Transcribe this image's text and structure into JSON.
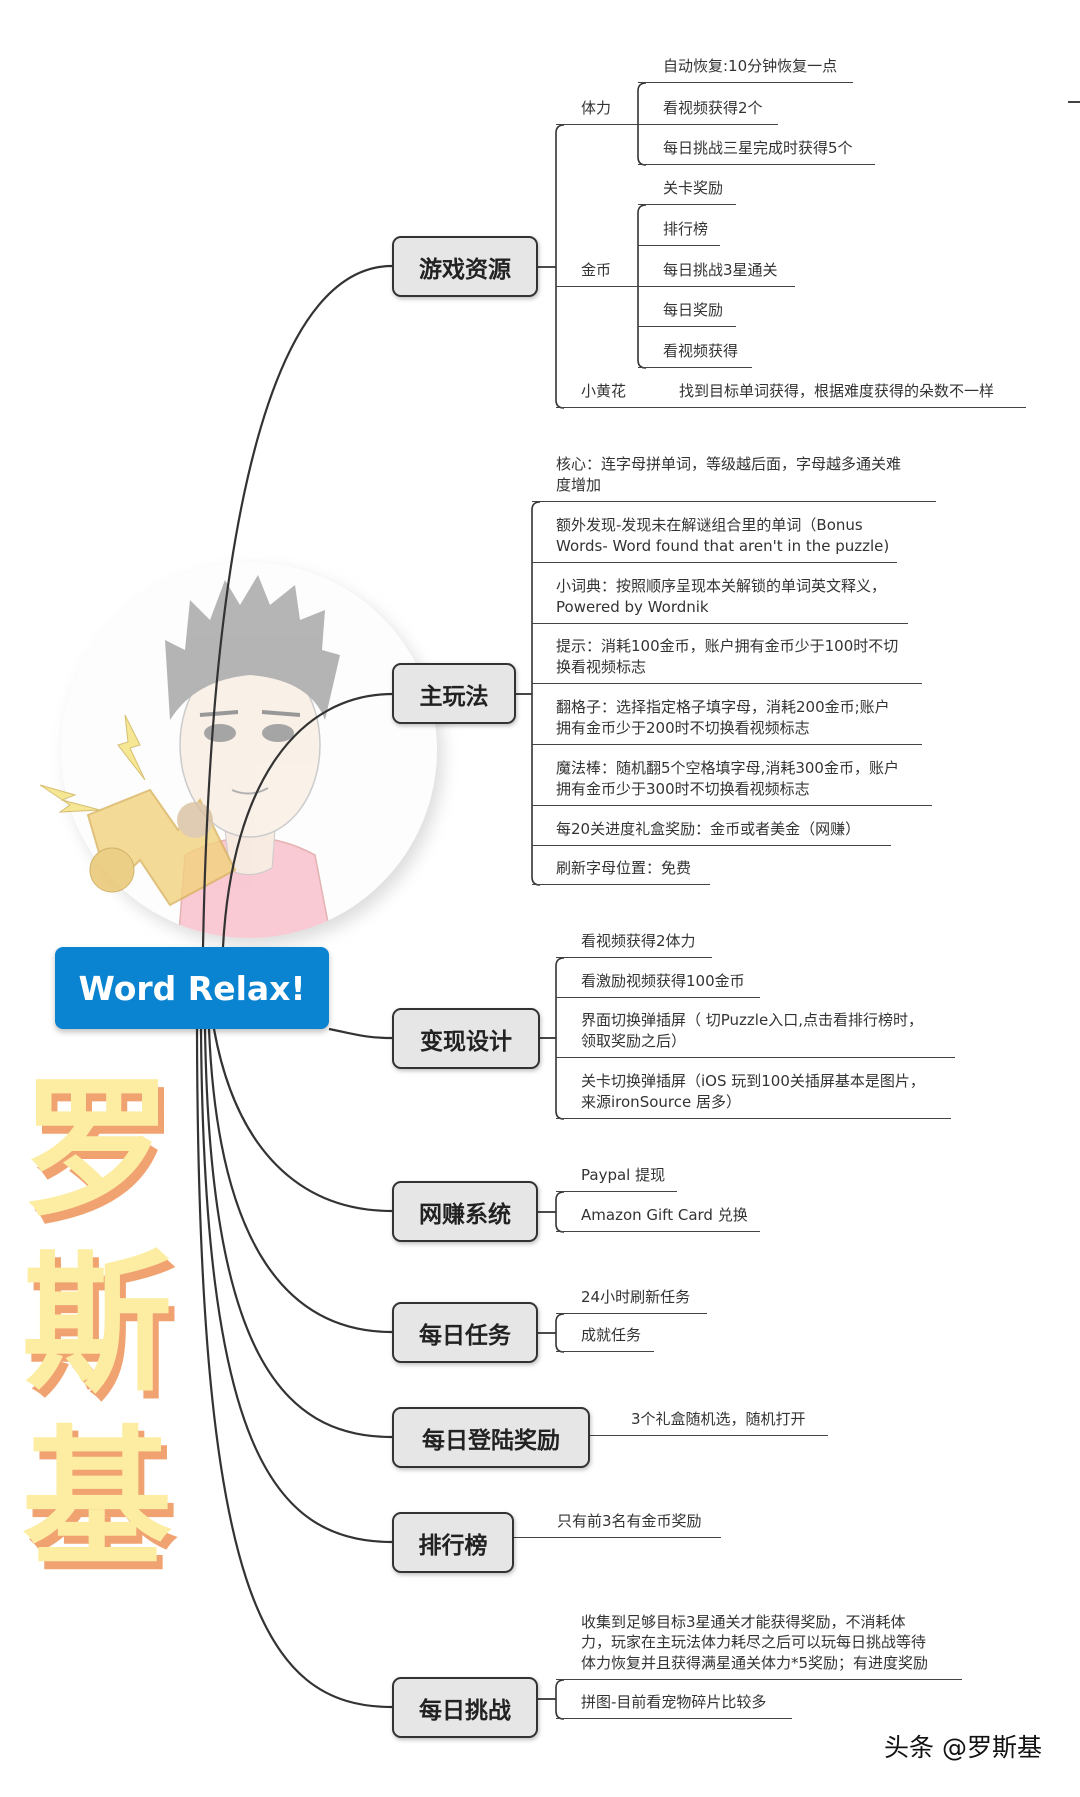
{
  "root": {
    "title": "Word Relax!"
  },
  "branches": [
    {
      "label": "游戏资源",
      "children": [
        {
          "label": "体力",
          "children": [
            {
              "label": "自动恢复:10分钟恢复一点"
            },
            {
              "label": "看视频获得2个"
            },
            {
              "label": "每日挑战三星完成时获得5个"
            }
          ]
        },
        {
          "label": "金币",
          "children": [
            {
              "label": "关卡奖励"
            },
            {
              "label": "排行榜"
            },
            {
              "label": "每日挑战3星通关"
            },
            {
              "label": "每日奖励"
            },
            {
              "label": "看视频获得"
            }
          ]
        },
        {
          "label": "小黄花",
          "children": [
            {
              "label": "找到目标单词获得，根据难度获得的朵数不一样"
            }
          ]
        }
      ]
    },
    {
      "label": "主玩法",
      "children": [
        {
          "lines": [
            "核心：连字母拼单词，等级越后面，字母越多通关难",
            "度增加"
          ]
        },
        {
          "lines": [
            "额外发现-发现未在解谜组合里的单词（Bonus",
            "Words- Word found that aren't in the puzzle)"
          ]
        },
        {
          "lines": [
            "小词典：按照顺序呈现本关解锁的单词英文释义，",
            "Powered by Wordnik"
          ]
        },
        {
          "lines": [
            "提示：消耗100金币，账户拥有金币少于100时不切",
            "换看视频标志"
          ]
        },
        {
          "lines": [
            "翻格子：选择指定格子填字母，消耗200金币;账户",
            "拥有金币少于200时不切换看视频标志"
          ]
        },
        {
          "lines": [
            "魔法棒：随机翻5个空格填字母,消耗300金币，账户",
            "拥有金币少于300时不切换看视频标志"
          ]
        },
        {
          "lines": [
            "每20关进度礼盒奖励：金币或者美金（网赚）"
          ]
        },
        {
          "lines": [
            "刷新字母位置：免费"
          ]
        }
      ]
    },
    {
      "label": "变现设计",
      "children": [
        {
          "lines": [
            "看视频获得2体力"
          ]
        },
        {
          "lines": [
            "看激励视频获得100金币"
          ]
        },
        {
          "lines": [
            "界面切换弹插屏（ 切Puzzle入口,点击看排行榜时，",
            "领取奖励之后）"
          ]
        },
        {
          "lines": [
            "关卡切换弹插屏（iOS 玩到100关插屏基本是图片，",
            "来源ironSource 居多）"
          ]
        }
      ]
    },
    {
      "label": "网赚系统",
      "children": [
        {
          "lines": [
            "Paypal 提现"
          ]
        },
        {
          "lines": [
            "Amazon Gift Card 兑换"
          ]
        }
      ]
    },
    {
      "label": "每日任务",
      "children": [
        {
          "lines": [
            "24小时刷新任务"
          ]
        },
        {
          "lines": [
            "成就任务"
          ]
        }
      ]
    },
    {
      "label": "每日登陆奖励",
      "children": [
        {
          "lines": [
            "3个礼盒随机选，随机打开"
          ]
        }
      ]
    },
    {
      "label": "排行榜",
      "children": [
        {
          "lines": [
            "只有前3名有金币奖励"
          ]
        }
      ]
    },
    {
      "label": "每日挑战",
      "children": [
        {
          "lines": [
            "收集到足够目标3星通关才能获得奖励，不消耗体",
            "力，玩家在主玩法体力耗尽之后可以玩每日挑战等待",
            "体力恢复并且获得满星通关体力*5奖励；有进度奖励"
          ]
        },
        {
          "lines": [
            "拼图-目前看宠物碎片比较多"
          ]
        }
      ]
    }
  ],
  "watermarks": {
    "center": [
      "罗",
      "斯",
      "基"
    ],
    "footer": "头条 @罗斯基"
  },
  "colors": {
    "root_fill": "#0a84d0",
    "node_fill": "#e6e6e6",
    "line": "#333333",
    "watermark_fill": "#fde98a",
    "watermark_shadow": "#ec8a4a"
  }
}
